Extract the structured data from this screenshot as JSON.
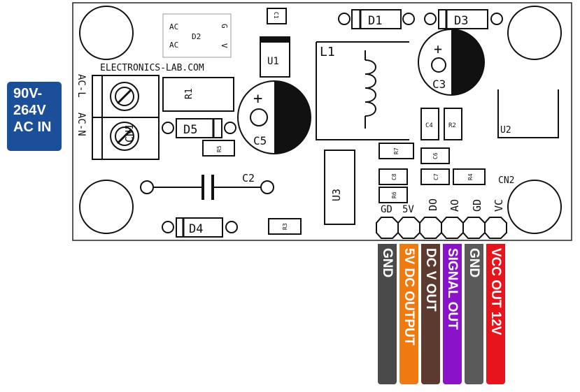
{
  "input_label": {
    "line1": "90V-",
    "line2": "264V",
    "line3": "AC IN",
    "color": "#1c4f9a"
  },
  "silkscreen": {
    "brand": "ELECTRONICS-LAB.COM",
    "d1": "D1",
    "d3": "D3",
    "d4": "D4",
    "d5": "D5",
    "d2": "D2",
    "d2_ac1": "AC",
    "d2_ac2": "AC",
    "d2_g": "G",
    "d2_v": "V",
    "c1": "C1",
    "c2": "C2",
    "c3": "C3",
    "c4": "C4",
    "c5": "C5",
    "c6": "C6",
    "c7": "C7",
    "c8": "C8",
    "l1": "L1",
    "u1": "U1",
    "u2": "U2",
    "u3": "U3",
    "r1": "R1",
    "r2": "R2",
    "r3": "R3",
    "r4": "R4",
    "r5": "R5",
    "r6": "R6",
    "r7": "R7",
    "cn1": "CN1",
    "cn2": "CN2",
    "acl": "AC-L",
    "acn": "AC-N",
    "plus1": "+",
    "plus2": "+",
    "pin_gd1": "GD",
    "pin_5v": "5V",
    "pin_do": "DO",
    "pin_ao": "AO",
    "pin_gd2": "GD",
    "pin_vc": "VC"
  },
  "wires": [
    {
      "label": "GND",
      "color": "#4a4a4a"
    },
    {
      "label": "5V DC OUTPUT",
      "color": "#f07a10"
    },
    {
      "label": "DC V OUT",
      "color": "#5c3a30"
    },
    {
      "label": "SIGNAL OUT",
      "color": "#8a12c8"
    },
    {
      "label": "GND",
      "color": "#5a5a5a"
    },
    {
      "label": "VCC OUT 12V",
      "color": "#e8141b"
    }
  ]
}
